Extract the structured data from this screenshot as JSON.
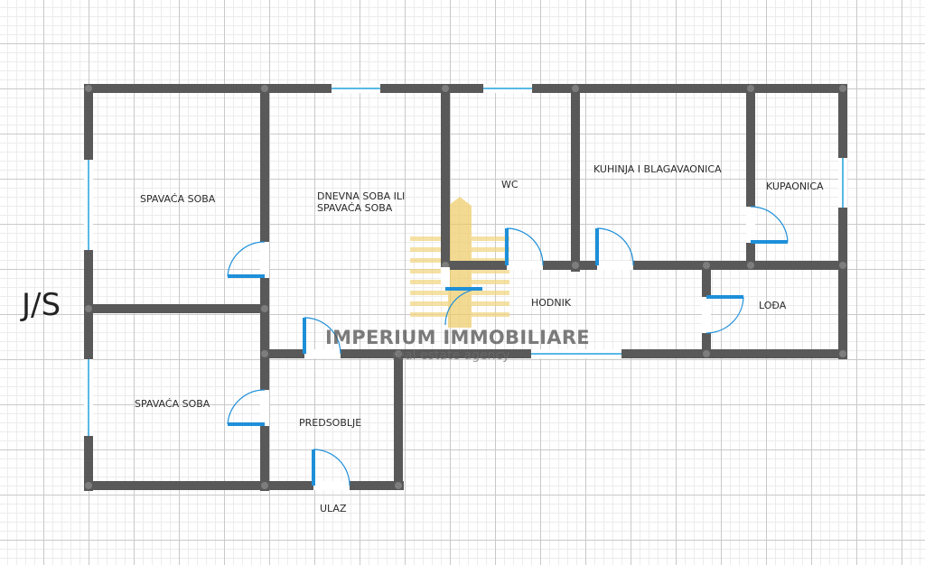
{
  "orientation_label": "J/S",
  "rooms": {
    "bedroom_1": "SPAVAĆA SOBA",
    "living_line1": "DNEVNA SOBA ILI",
    "living_line2": "SPAVAĆA SOBA",
    "wc": "WC",
    "kitchen": "KUHINJA I BLAGAVAONICA",
    "bathroom": "KUPAONICA",
    "hallway": "HODNIK",
    "loggia": "LOĐA",
    "bedroom_2": "SPAVAĆA SOBA",
    "entry_hall": "PREDSOBLJE",
    "entrance": "ULAZ"
  },
  "watermark": {
    "name": "IMPERIUM IMMOBILIARE",
    "tagline": "real estate agency"
  },
  "colors": {
    "wall": "#595959",
    "joint": "#7a7a7a",
    "door": "#1e8fd9",
    "window": "#59b8e6",
    "logo": "#f0d27a"
  }
}
